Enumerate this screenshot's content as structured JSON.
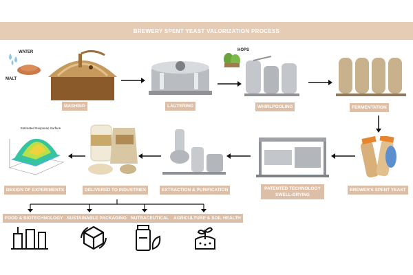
{
  "title": "BREWERY SPENT YEAST VALORIZATION PROCESS",
  "inputs": {
    "water": "WATER",
    "malt": "MALT",
    "hops": "HOPS"
  },
  "steps": {
    "mashing": "MASHING",
    "lautering": "LAUTERING",
    "whirlpooling": "WHIRLPOOLING",
    "fermentation": "FERMENTATION",
    "spent_yeast": "BREWER'S SPENT YEAST",
    "swell_drying": "PATENTED TECHNOLOGY SWELL-DRYING",
    "extraction": "EXTRACTION & PURIFICATION",
    "delivered": "DELIVERED TO INDUSTRIES",
    "doe": "DESIGN OF EXPERIMENTS"
  },
  "plot_title": "Estimated Response Surface",
  "industries": [
    "FOOD & BIOTECHNOLOGY",
    "SUSTAINABLE PACKAGING",
    "NUTRACEUTICAL",
    "AGRICULTURE & SOIL HEALTH"
  ],
  "colors": {
    "banner": "#e6cbb5",
    "tag": "#ddbfa7",
    "copper": "#b98a4a",
    "steel": "#b9bdc2"
  }
}
